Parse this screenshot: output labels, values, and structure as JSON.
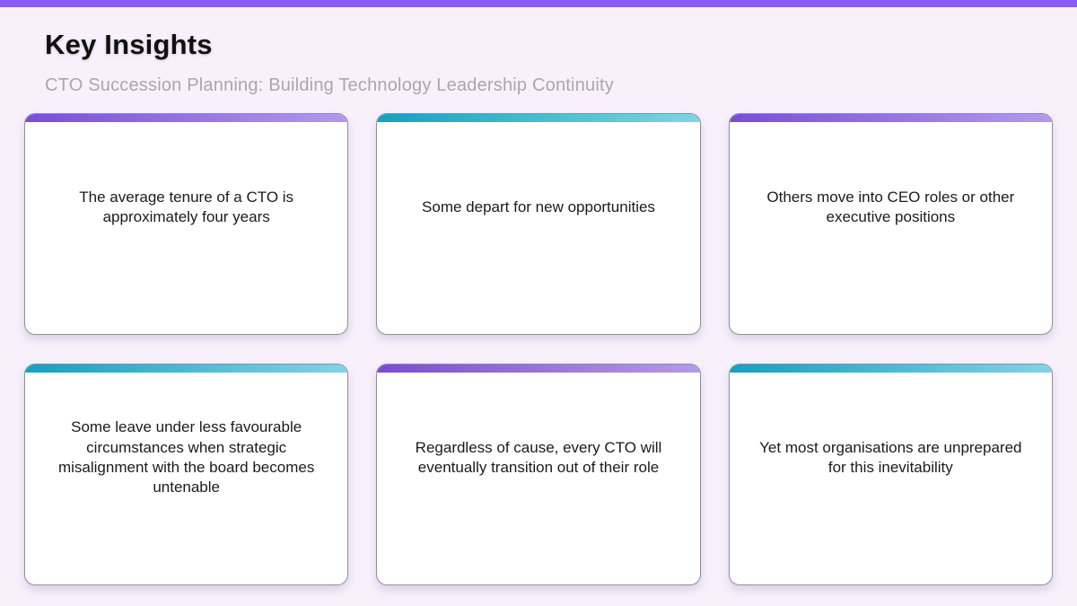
{
  "page": {
    "title": "Key Insights",
    "subtitle": "CTO Succession Planning: Building Technology Leadership Continuity"
  },
  "theme": {
    "bg": "#f8f1fc",
    "topbar": "#8b5cf6",
    "subtitle": "#a9a6ae",
    "text": "#1b1b1d",
    "card_border": "#90909a",
    "purple_start": "#7a4cd6",
    "purple_end": "#b49ae9",
    "teal_start": "#11a2c0",
    "teal_end": "#7ed5e5"
  },
  "cards": [
    {
      "accent": "purple",
      "text": "The average tenure of a CTO is approximately four years"
    },
    {
      "accent": "teal",
      "text": "Some depart for new opportunities"
    },
    {
      "accent": "purple",
      "text": "Others move into CEO roles or other executive positions"
    },
    {
      "accent": "teal",
      "text": "Some leave under less favourable circumstances when strategic misalignment with the board becomes untenable"
    },
    {
      "accent": "purple",
      "text": "Regardless of cause, every CTO will eventually transition out of their role"
    },
    {
      "accent": "teal",
      "text": "Yet most organisations are unprepared for this inevitability"
    }
  ]
}
